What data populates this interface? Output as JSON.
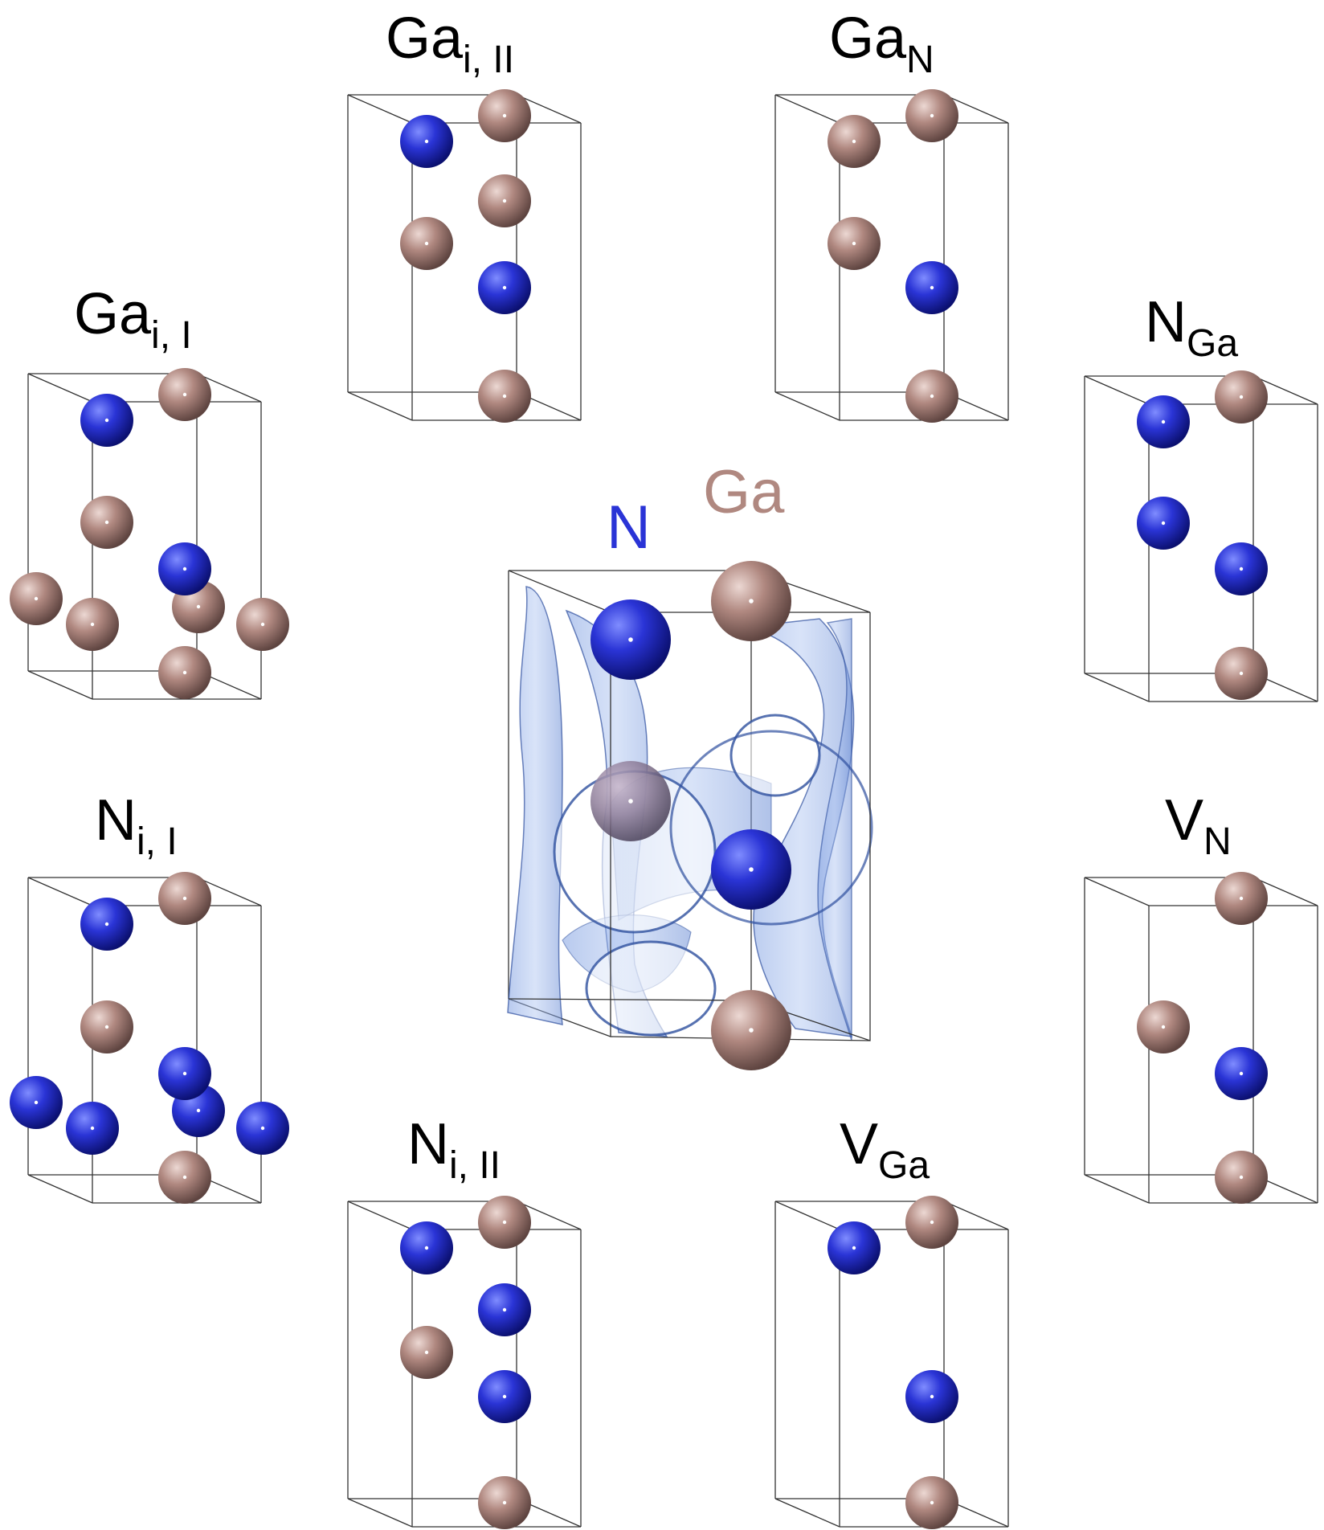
{
  "legend": {
    "nitrogen": {
      "label": "N",
      "color": "#2a34d6"
    },
    "gallium": {
      "label": "Ga",
      "color": "#b08880"
    }
  },
  "colors": {
    "nitrogen": "#2a34d6",
    "gallium": "#b08880",
    "isosurface": "#8fb0e8"
  },
  "center_cell": {
    "name": "GaN wurtzite unit cell with isosurface",
    "atoms": [
      "N",
      "Ga",
      "Ga",
      "N",
      "Ga"
    ]
  },
  "defects": [
    {
      "id": "Ga_iII",
      "main": "Ga",
      "sub": "i, II"
    },
    {
      "id": "Ga_N",
      "main": "Ga",
      "sub": "N"
    },
    {
      "id": "Ga_iI",
      "main": "Ga",
      "sub": "i, I"
    },
    {
      "id": "N_Ga",
      "main": "N",
      "sub": "Ga"
    },
    {
      "id": "N_iI",
      "main": "N",
      "sub": "i, I"
    },
    {
      "id": "V_N",
      "main": "V",
      "sub": "N"
    },
    {
      "id": "N_iII",
      "main": "N",
      "sub": "i, II"
    },
    {
      "id": "V_Ga",
      "main": "V",
      "sub": "Ga"
    }
  ]
}
